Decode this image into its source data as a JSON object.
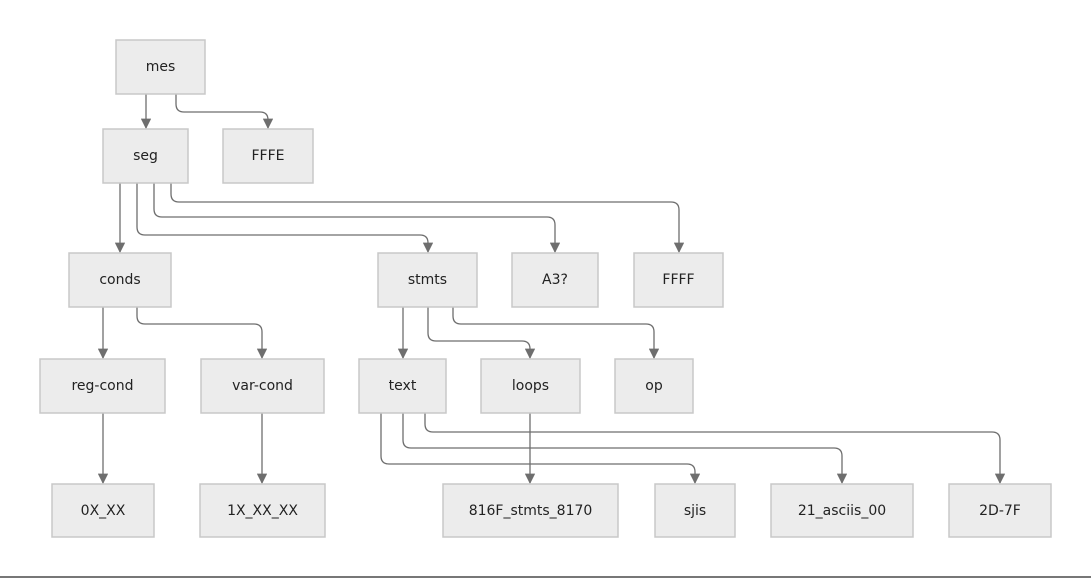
{
  "diagram": {
    "nodes": {
      "mes": "mes",
      "fffe": "FFFE",
      "seg": "seg",
      "conds": "conds",
      "stmts": "stmts",
      "a3": "A3?",
      "ffff": "FFFF",
      "reg_cond": "reg-cond",
      "var_cond": "var-cond",
      "text": "text",
      "loops": "loops",
      "op": "op",
      "n0x_xx": "0X_XX",
      "n1x_xx_xx": "1X_XX_XX",
      "n816f": "816F_stmts_8170",
      "sjis": "sjis",
      "asciis": "21_asciis_00",
      "n2d7f": "2D-7F"
    },
    "edges": [
      [
        "mes",
        "seg"
      ],
      [
        "mes",
        "fffe"
      ],
      [
        "seg",
        "conds"
      ],
      [
        "seg",
        "stmts"
      ],
      [
        "seg",
        "a3"
      ],
      [
        "seg",
        "ffff"
      ],
      [
        "conds",
        "reg_cond"
      ],
      [
        "conds",
        "var_cond"
      ],
      [
        "stmts",
        "text"
      ],
      [
        "stmts",
        "loops"
      ],
      [
        "stmts",
        "op"
      ],
      [
        "reg_cond",
        "n0x_xx"
      ],
      [
        "var_cond",
        "n1x_xx_xx"
      ],
      [
        "loops",
        "n816f"
      ],
      [
        "text",
        "sjis"
      ],
      [
        "text",
        "asciis"
      ],
      [
        "text",
        "n2d7f"
      ]
    ]
  }
}
